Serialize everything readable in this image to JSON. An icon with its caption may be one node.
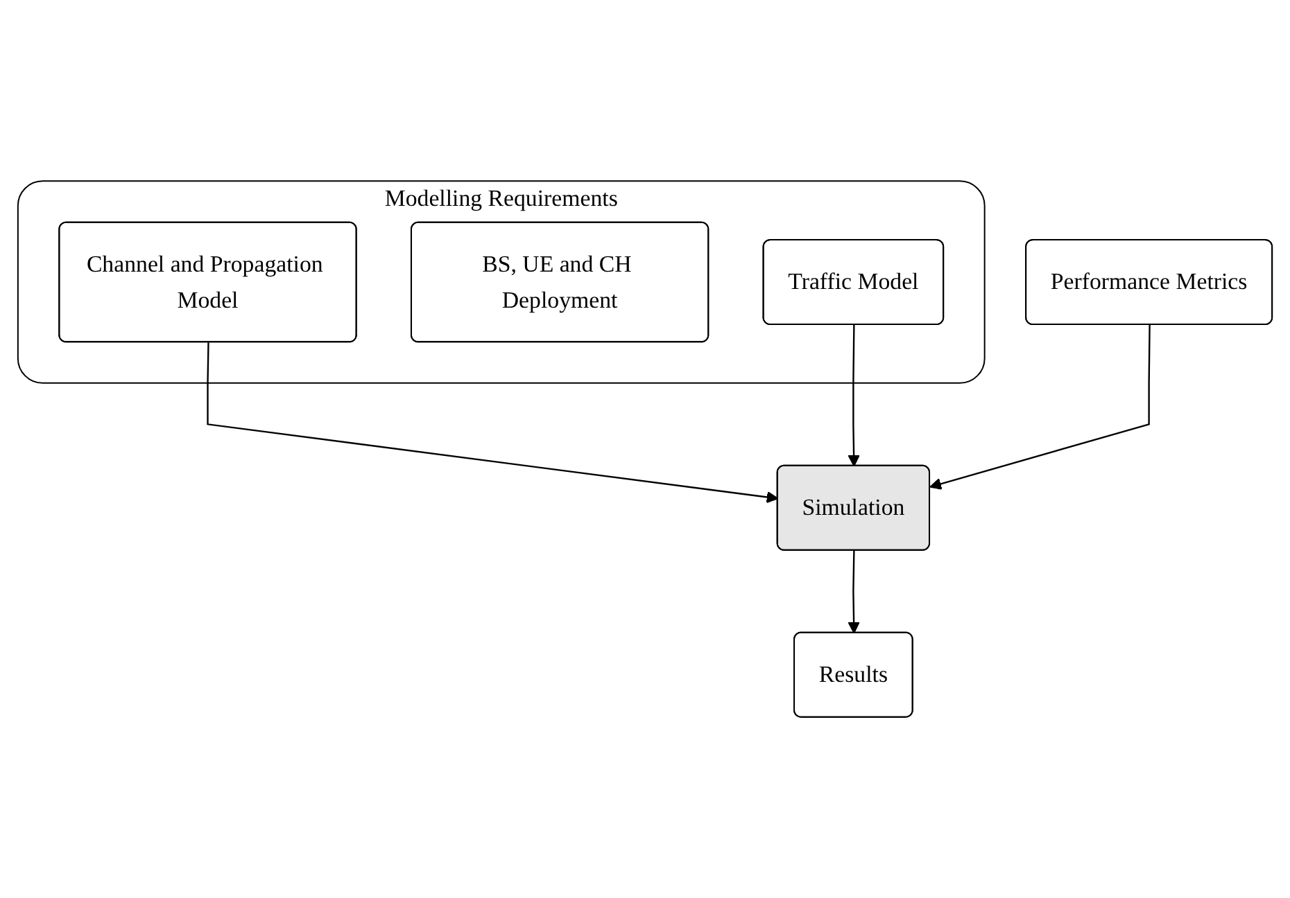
{
  "diagram": {
    "nodes": [
      {
        "text": [
          "Modelling Requirements"
        ]
      },
      {
        "text": [
          "Channel and Propagation Model"
        ],
        "in": 0
      },
      {
        "text": [
          "BS, UE and CH Deployment"
        ],
        "in": 0
      },
      {
        "text": [
          "Traffic Model"
        ],
        "in": 0
      },
      {
        "text": [
          "Performance Metrics"
        ]
      },
      {
        "text": [
          "Simulation"
        ]
      },
      {
        "text": [
          "Results"
        ]
      }
    ],
    "edges": [
      {
        "from": 1,
        "to": 5,
        "arrow": "to"
      },
      {
        "from": 4,
        "to": 5,
        "arrow": "to"
      },
      {
        "from": 3,
        "to": 5,
        "arrow": "to"
      },
      {
        "from": 5,
        "to": 6,
        "arrow": "to"
      }
    ]
  }
}
